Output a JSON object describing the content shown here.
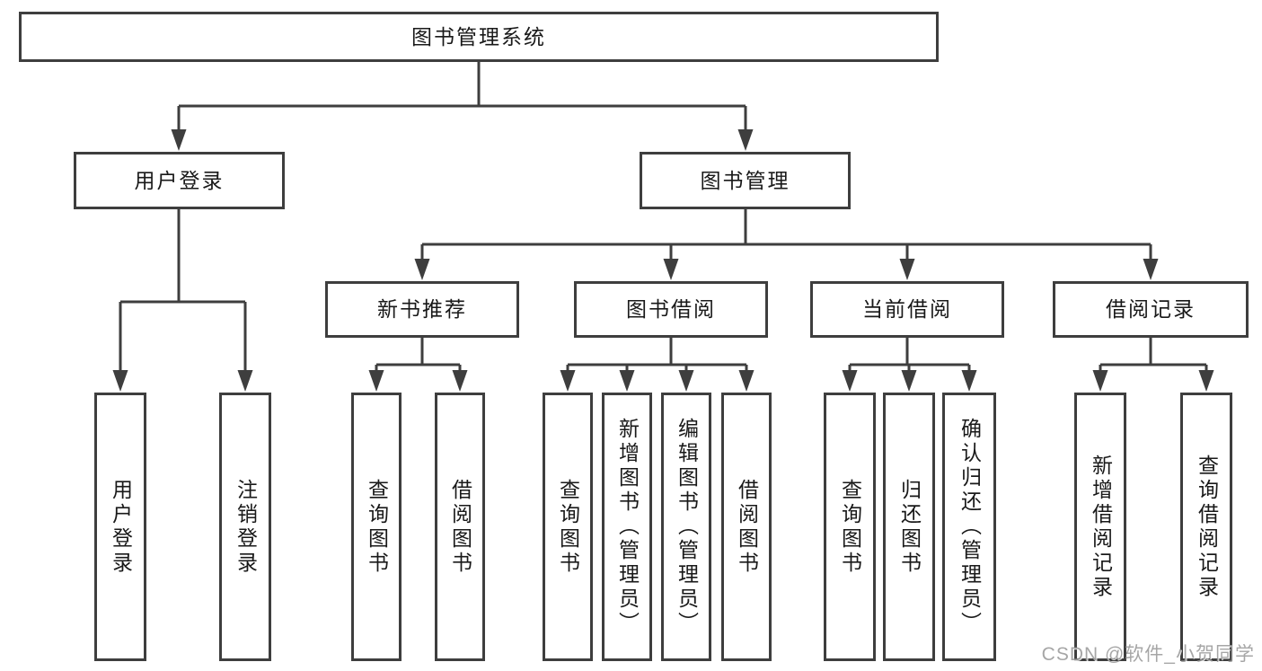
{
  "tree": {
    "label": "图书管理系统",
    "children": [
      {
        "label": "用户登录",
        "children": [
          {
            "label": "用户登录"
          },
          {
            "label": "注销登录"
          }
        ]
      },
      {
        "label": "图书管理",
        "children": [
          {
            "label": "新书推荐",
            "children": [
              {
                "label": "查询图书"
              },
              {
                "label": "借阅图书"
              }
            ]
          },
          {
            "label": "图书借阅",
            "children": [
              {
                "label": "查询图书"
              },
              {
                "label": "新增图书（管理员）"
              },
              {
                "label": "编辑图书（管理员）"
              },
              {
                "label": "借阅图书"
              }
            ]
          },
          {
            "label": "当前借阅",
            "children": [
              {
                "label": "查询图书"
              },
              {
                "label": "归还图书"
              },
              {
                "label": "确认归还（管理员）"
              }
            ]
          },
          {
            "label": "借阅记录",
            "children": [
              {
                "label": "新增借阅记录"
              },
              {
                "label": "查询借阅记录"
              }
            ]
          }
        ]
      }
    ]
  },
  "watermark": "CSDN @软件_小贺同学",
  "colors": {
    "line": "#3e3e3e",
    "text": "#191919",
    "watermark": "#969696",
    "background": "#ffffff"
  }
}
